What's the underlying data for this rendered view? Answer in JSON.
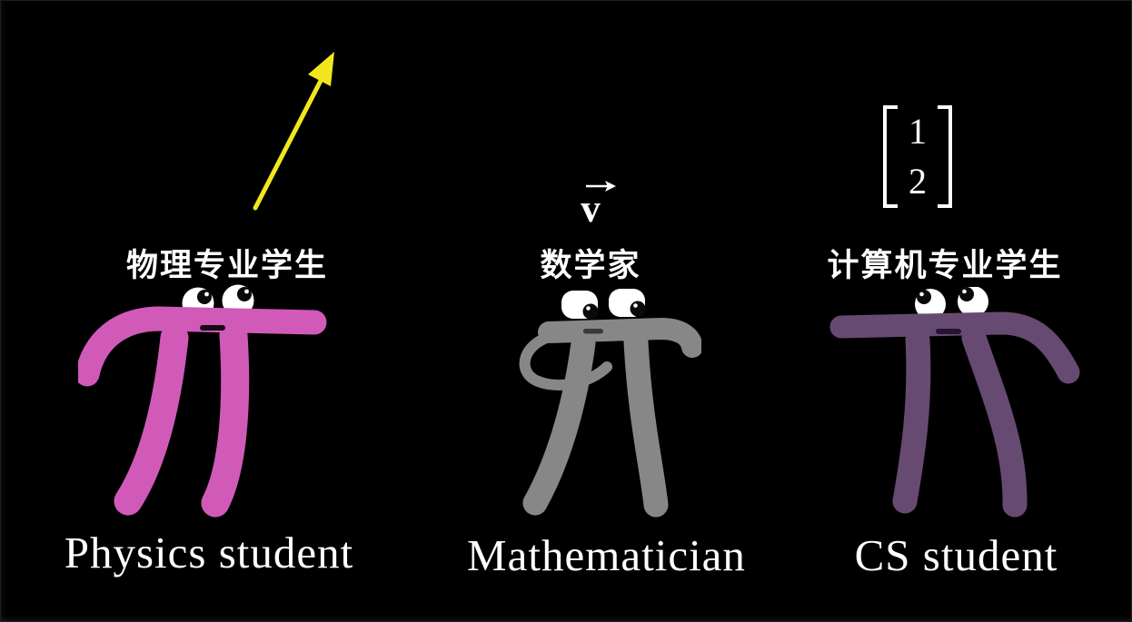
{
  "canvas": {
    "background": "#000000",
    "text_color": "#ffffff"
  },
  "annotations": {
    "physics_arrow": {
      "meaning": "vector drawn as arrow",
      "color": "#f2e71c"
    },
    "math_vector": {
      "symbol": "v",
      "decoration": "right-arrow-overbar"
    },
    "cs_vector": {
      "rows": [
        "1",
        "2"
      ],
      "bracket_color": "#ffffff"
    }
  },
  "characters": [
    {
      "id": "physics-student",
      "cn_label": "物理专业学生",
      "en_label": "Physics student",
      "body_color": "#d15ab9",
      "eye_direction": "up-right"
    },
    {
      "id": "mathematician",
      "cn_label": "数学家",
      "en_label": "Mathematician",
      "body_color": "#878787",
      "eye_direction": "down-right"
    },
    {
      "id": "cs-student",
      "cn_label": "计算机专业学生",
      "en_label": "CS student",
      "body_color": "#674a71",
      "eye_direction": "up-left"
    }
  ]
}
